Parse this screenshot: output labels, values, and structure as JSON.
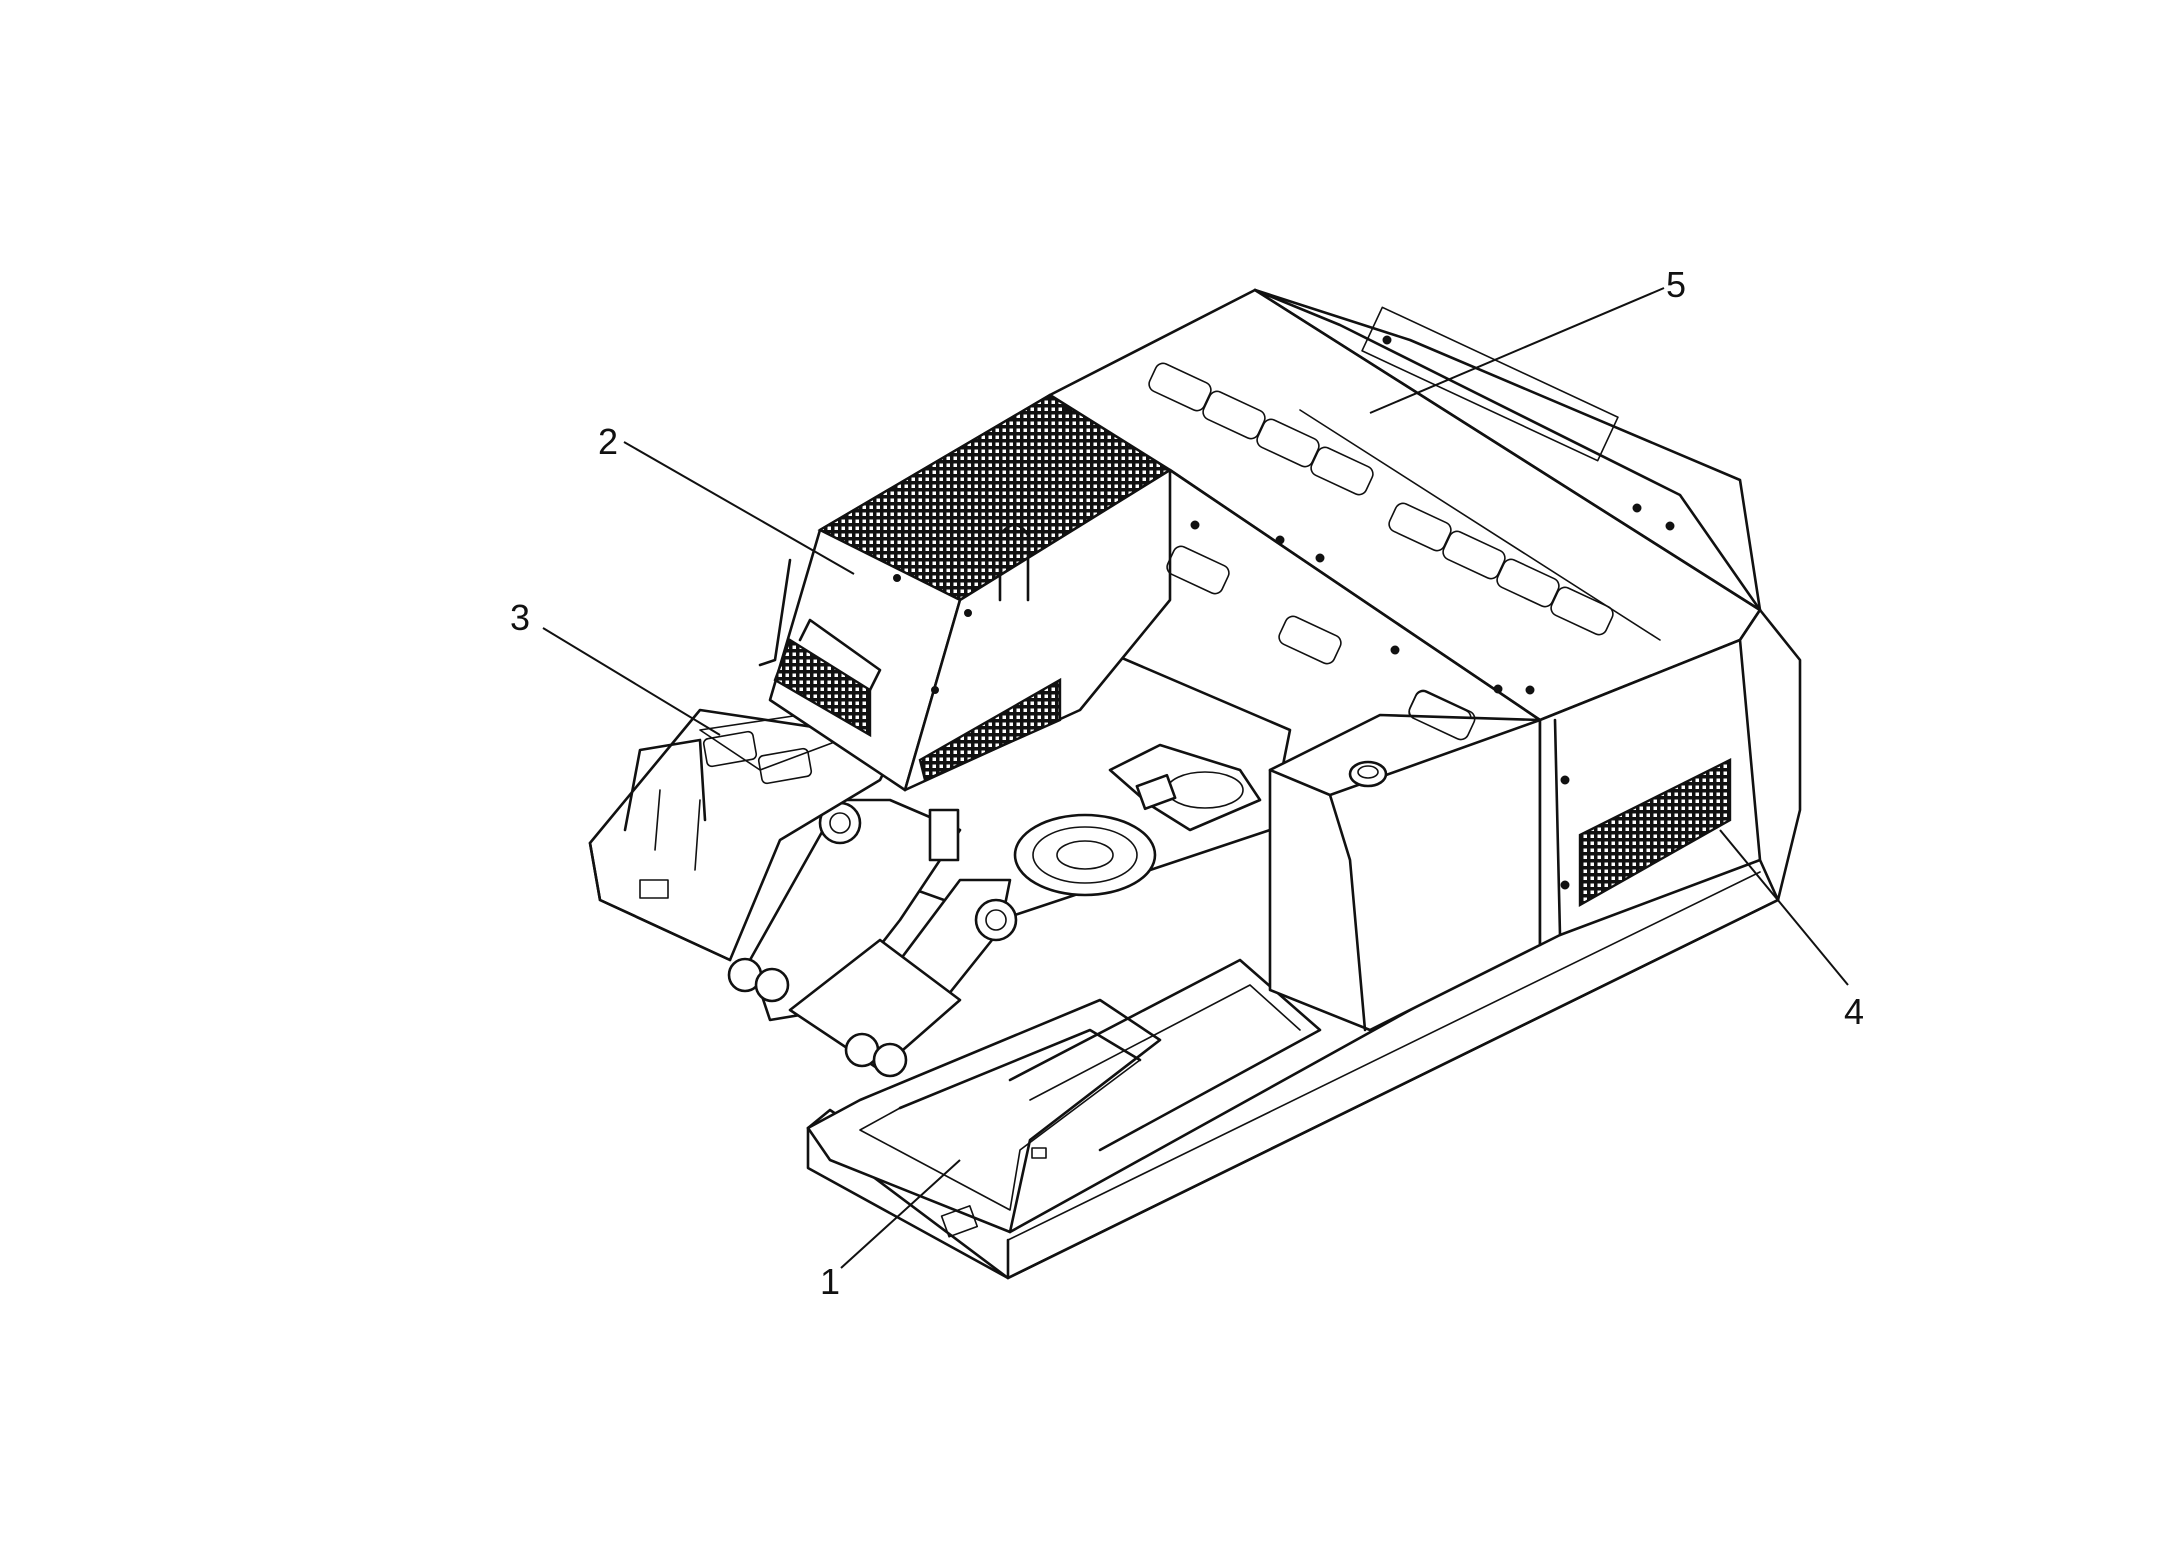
{
  "callouts": [
    {
      "id": "1",
      "label": "1"
    },
    {
      "id": "2",
      "label": "2"
    },
    {
      "id": "3",
      "label": "3"
    },
    {
      "id": "4",
      "label": "4"
    },
    {
      "id": "5",
      "label": "5"
    }
  ],
  "icons": {
    "grille": "mesh-pattern",
    "bolt": "filled-circle"
  },
  "colors": {
    "ink": "#111111",
    "paper": "#ffffff"
  }
}
